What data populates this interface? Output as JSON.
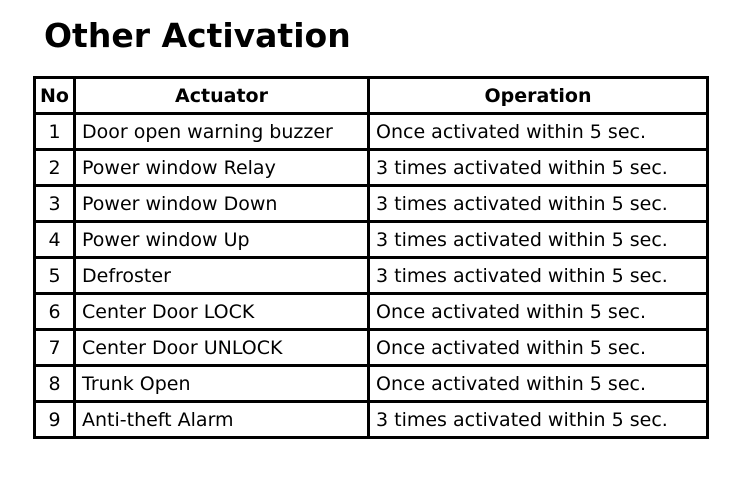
{
  "title": "Other Activation",
  "table": {
    "columns": [
      "No",
      "Actuator",
      "Operation"
    ],
    "rows": [
      {
        "no": "1",
        "actuator": "Door open warning buzzer",
        "operation": "Once activated within 5 sec."
      },
      {
        "no": "2",
        "actuator": "Power window Relay",
        "operation": "3 times activated within 5 sec."
      },
      {
        "no": "3",
        "actuator": "Power window Down",
        "operation": "3 times activated within 5 sec."
      },
      {
        "no": "4",
        "actuator": "Power window Up",
        "operation": "3 times activated within 5 sec."
      },
      {
        "no": "5",
        "actuator": "Defroster",
        "operation": "3 times activated within 5 sec."
      },
      {
        "no": "6",
        "actuator": "Center Door LOCK",
        "operation": "Once activated within 5 sec."
      },
      {
        "no": "7",
        "actuator": "Center Door UNLOCK",
        "operation": "Once activated within 5 sec."
      },
      {
        "no": "8",
        "actuator": "Trunk Open",
        "operation": "Once activated within 5 sec."
      },
      {
        "no": "9",
        "actuator": "Anti-theft Alarm",
        "operation": "3 times activated within 5 sec."
      }
    ]
  },
  "colors": {
    "text": "#000000",
    "background": "#ffffff",
    "border": "#000000"
  }
}
